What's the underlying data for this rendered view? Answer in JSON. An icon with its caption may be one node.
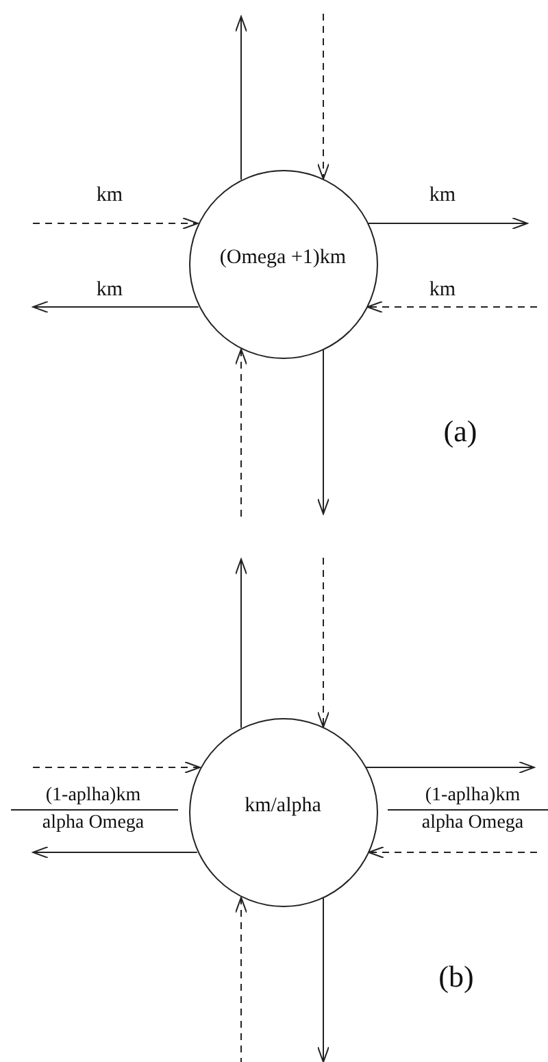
{
  "diagram": {
    "nodes": [
      {
        "text": [
          "(Omega +1)km"
        ]
      },
      {
        "text": [
          "km/alpha"
        ]
      }
    ],
    "edges": [
      {
        "from": 0,
        "to": null,
        "arrow": "to"
      },
      {
        "from": null,
        "to": 0,
        "arrow": "to",
        "style": "dashed"
      },
      {
        "from": null,
        "to": 0,
        "arrow": "to",
        "style": "dashed",
        "label": "km"
      },
      {
        "from": 0,
        "to": null,
        "arrow": "to",
        "label": "km"
      },
      {
        "from": 0,
        "to": null,
        "arrow": "to",
        "label": "km"
      },
      {
        "from": null,
        "to": 0,
        "arrow": "to",
        "style": "dashed",
        "label": "km"
      },
      {
        "from": null,
        "to": 0,
        "arrow": "to",
        "style": "dashed"
      },
      {
        "from": 0,
        "to": null,
        "arrow": "to"
      },
      {
        "from": 1,
        "to": null,
        "arrow": "to"
      },
      {
        "from": null,
        "to": 1,
        "arrow": "to",
        "style": "dashed"
      },
      {
        "from": null,
        "to": 1,
        "arrow": "to",
        "style": "dashed"
      },
      {
        "from": 1,
        "to": null,
        "arrow": "to",
        "label": "(1-aplha)km alpha Omega"
      },
      {
        "from": 1,
        "to": null,
        "arrow": "to",
        "label": "(1-aplha)km alpha Omega"
      },
      {
        "from": null,
        "to": 1,
        "arrow": "to",
        "style": "dashed"
      },
      {
        "from": null,
        "to": 1,
        "arrow": "to",
        "style": "dashed"
      },
      {
        "from": 1,
        "to": null,
        "arrow": "to"
      }
    ],
    "labels": [
      "(a)",
      "(b)"
    ]
  }
}
